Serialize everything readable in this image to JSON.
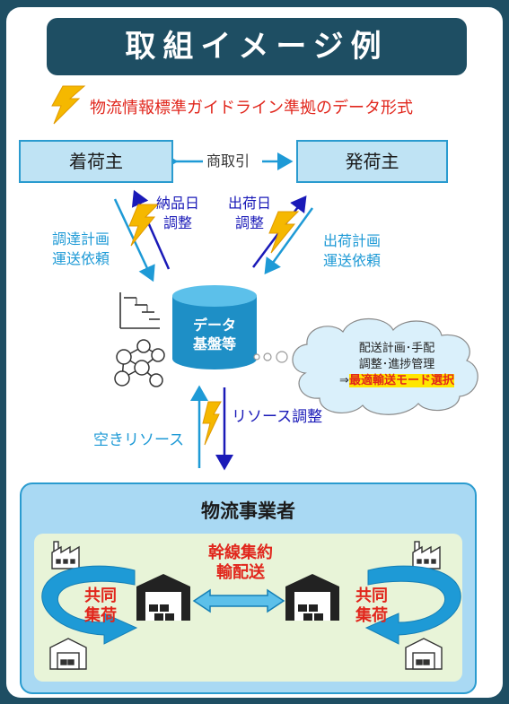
{
  "title": "取組イメージ例",
  "legend": "物流情報標準ガイドライン準拠のデータ形式",
  "consignee": "着荷主",
  "shipper": "発荷主",
  "commerce": "商取引",
  "delivery_date": [
    "納品日",
    "調整"
  ],
  "shipping_date": [
    "出荷日",
    "調整"
  ],
  "procurement": [
    "調達計画",
    "運送依頼"
  ],
  "shipping_plan": [
    "出荷計画",
    "運送依頼"
  ],
  "database": [
    "データ",
    "基盤等"
  ],
  "cloud": {
    "line1": "配送計画･手配",
    "line2": "調整･進捗管理",
    "arrow": "⇒",
    "highlight": "最適輸送モード選択"
  },
  "resource_adjust": "リソース調整",
  "free_resource": "空きリソース",
  "operator": "物流事業者",
  "trunk": [
    "幹線集約",
    "輸配送"
  ],
  "joint_left": [
    "共同",
    "集荷"
  ],
  "joint_right": [
    "共同",
    "集荷"
  ],
  "colors": {
    "navy": "#1e4e63",
    "box_fill": "#bfe3f4",
    "box_border": "#2a9bcf",
    "dark_blue": "#1a1ab8",
    "cyan": "#1e9ad6",
    "red": "#e1261c",
    "lightning": "#f5b800"
  }
}
